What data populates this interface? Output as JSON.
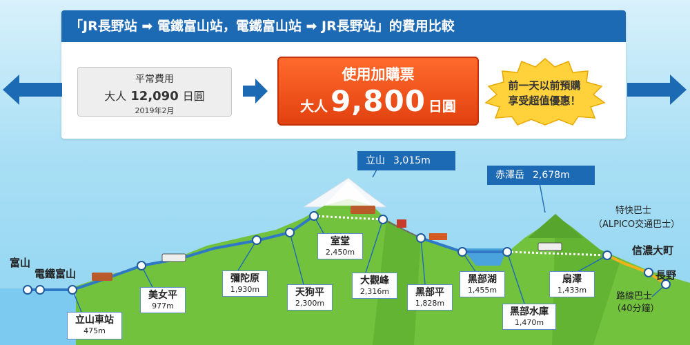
{
  "header": {
    "title": "「JR長野站 ➡ 電鐵富山站，電鐵富山站 ➡ JR長野站」的費用比較"
  },
  "regular_fare": {
    "label": "平常費用",
    "adult": "大人",
    "amount": "12,090",
    "unit": "日圓",
    "note": "2019年2月"
  },
  "pass_fare": {
    "label": "使用加購票",
    "adult": "大人",
    "amount": "9,800",
    "unit": "日圓"
  },
  "promo": {
    "line1": "前一天以前預購",
    "line2": "享受超值優惠！"
  },
  "peaks": {
    "tateyama": {
      "name": "立山",
      "elev": "3,015m"
    },
    "akazawa": {
      "name": "赤澤岳",
      "elev": "2,678m"
    }
  },
  "stations": {
    "toyama": "富山",
    "dentetsu_toyama": "電鐵富山",
    "tateyama_sta": {
      "name": "立山車站",
      "elev": "475m"
    },
    "bijodaira": {
      "name": "美女平",
      "elev": "977m"
    },
    "midagahara": {
      "name": "彌陀原",
      "elev": "1,930m"
    },
    "tengudaira": {
      "name": "天狗平",
      "elev": "2,300m"
    },
    "murodo": {
      "name": "室堂",
      "elev": "2,450m"
    },
    "daikanbo": {
      "name": "大觀峰",
      "elev": "2,316m"
    },
    "kurobedaira": {
      "name": "黑部平",
      "elev": "1,828m"
    },
    "kurobeko": {
      "name": "黑部湖",
      "elev": "1,455m"
    },
    "kurobedam": {
      "name": "黑部水庫",
      "elev": "1,470m"
    },
    "ogisawa": {
      "name": "扇澤",
      "elev": "1,433m"
    },
    "shinano_omachi": "信濃大町",
    "nagano": "長野"
  },
  "buses": {
    "express_line1": "特快巴士",
    "express_line2": "（ALPICO交通巴士）",
    "route_line1": "路線巴士",
    "route_line2": "（40分鐘）"
  },
  "colors": {
    "header_blue": "#1d6ab4",
    "pass_orange": "#e2410f",
    "promo_yellow": "#ffd23c",
    "mountain_green": "#6fbf3a",
    "route_blue": "#2f78c6",
    "bus_yellow": "#f2b21b"
  }
}
